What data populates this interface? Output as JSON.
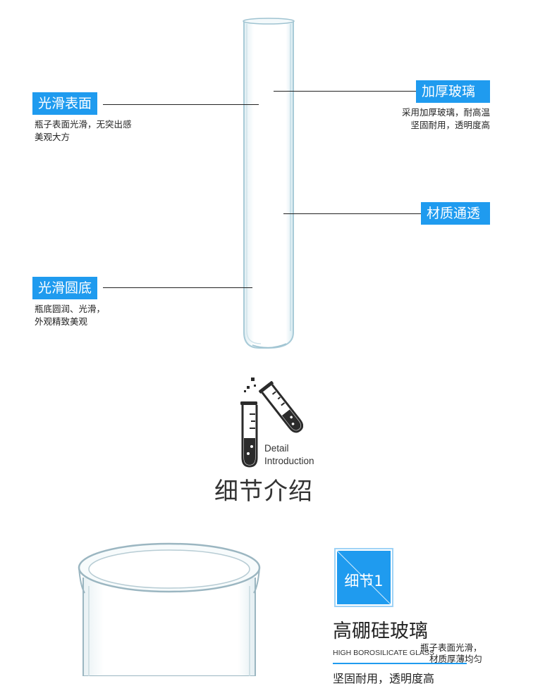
{
  "features": {
    "smooth_surface": {
      "title": "光滑表面",
      "desc1": "瓶子表面光滑，无突出感",
      "desc2": "美观大方"
    },
    "thick_glass": {
      "title": "加厚玻璃",
      "desc1": "采用加厚玻璃，耐高温",
      "desc2": "坚固耐用，透明度高"
    },
    "transparent": {
      "title": "材质通透"
    },
    "round_bottom": {
      "title": "光滑圆底",
      "desc1": "瓶底圆润、光滑，",
      "desc2": "外观精致美观"
    }
  },
  "section": {
    "en_line1": "Detail",
    "en_line2": "Introduction",
    "title": "细节介绍"
  },
  "detail1": {
    "badge": "细节1",
    "title": "高硼硅玻璃",
    "en": "HIGH BOROSILICATE GLASS",
    "side1": "瓶子表面光滑，",
    "side2": "材质厚薄均匀",
    "sub": "坚固耐用，透明度高"
  },
  "colors": {
    "accent": "#1f9bef",
    "icon": "#2b2b2b",
    "glass": "#b9d7e2"
  }
}
